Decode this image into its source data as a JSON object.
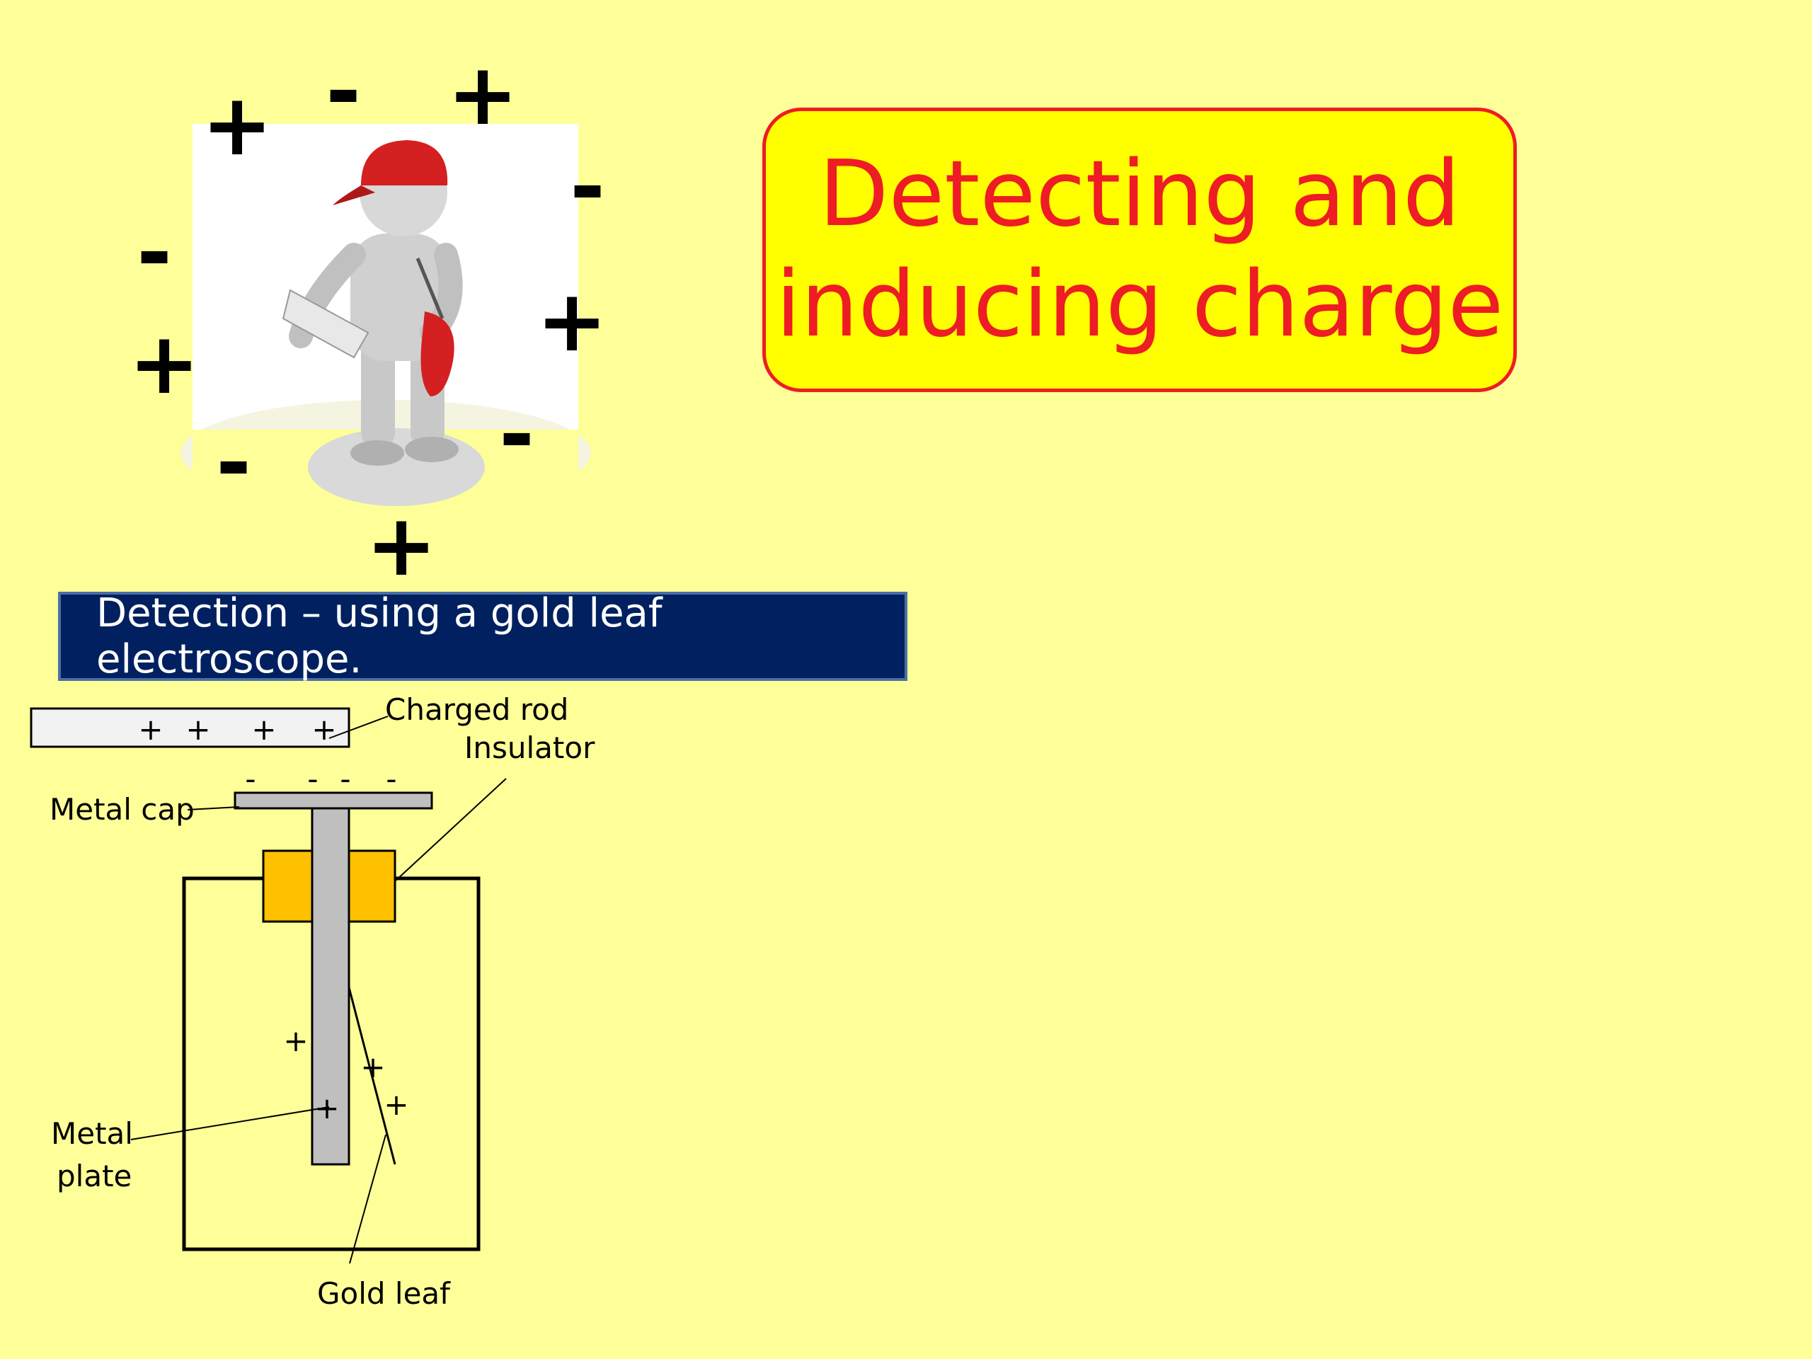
{
  "title": {
    "text": "Detecting and\ninducing charge"
  },
  "banner": {
    "text": "Detection – using a gold leaf electroscope."
  },
  "clipart": {
    "icon": "figure-with-cap-and-bag",
    "charges": [
      "+",
      "-",
      "+",
      "-",
      "-",
      "+",
      "+",
      "-",
      "-",
      "+"
    ]
  },
  "diagram": {
    "labels": {
      "charged_rod": "Charged rod",
      "insulator": "Insulator",
      "metal_cap": "Metal cap",
      "metal_plate_line1": "Metal",
      "metal_plate_line2": "plate",
      "gold_leaf": "Gold leaf"
    },
    "rod_charges": [
      "+",
      "+",
      "+",
      "+"
    ],
    "cap_charges": [
      "-",
      "-",
      "-",
      "-"
    ],
    "plate_charges": [
      "+",
      "+"
    ],
    "leaf_charges": [
      "+",
      "+"
    ]
  },
  "colors": {
    "background": "#ffff99",
    "title_fill": "#ffff00",
    "title_text": "#ee1c24",
    "banner_fill": "#002060",
    "insulator": "#ffc000",
    "metal": "#bfbfbf"
  }
}
